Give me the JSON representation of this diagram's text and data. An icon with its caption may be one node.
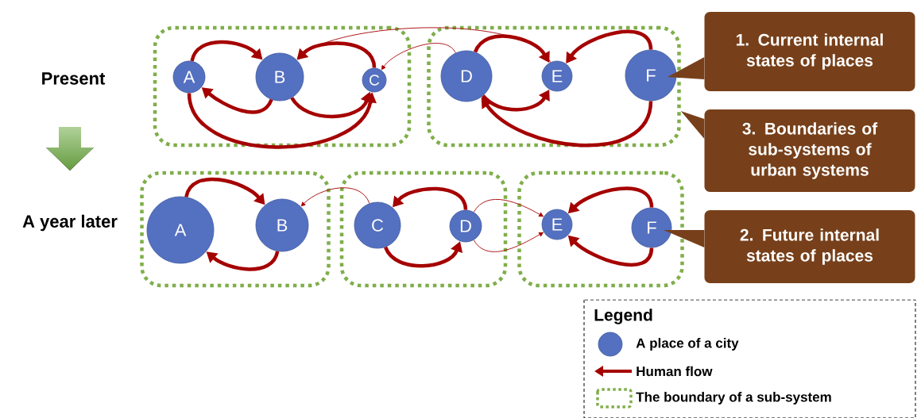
{
  "diagram": {
    "nodes": [
      {
        "text": [],
        "shape": "box"
      },
      {
        "text": [],
        "shape": "box"
      },
      {
        "text": [
          "A"
        ],
        "in": 0
      },
      {
        "text": [
          "B"
        ],
        "in": 0
      },
      {
        "text": [
          "C"
        ],
        "in": 0
      },
      {
        "text": [
          "D"
        ],
        "in": 1
      },
      {
        "text": [
          "E"
        ],
        "in": 1
      },
      {
        "text": [
          "F"
        ],
        "in": 1
      },
      {
        "text": [],
        "shape": "box"
      },
      {
        "text": [],
        "shape": "box"
      },
      {
        "text": [],
        "shape": "box"
      },
      {
        "text": [
          "A"
        ],
        "in": 8
      },
      {
        "text": [
          "B"
        ],
        "in": 8
      },
      {
        "text": [
          "C"
        ],
        "in": 9
      },
      {
        "text": [
          "D"
        ],
        "in": 9
      },
      {
        "text": [
          "E"
        ],
        "in": 10
      },
      {
        "text": [
          "F"
        ],
        "in": 10
      },
      {
        "text": [
          "1. Current internal states of places"
        ]
      },
      {
        "text": [
          "3. Boundaries of sub-systems of urban systems"
        ]
      },
      {
        "text": [
          "2. Future internal states of places"
        ]
      }
    ],
    "edges": [
      {
        "from": 2,
        "to": 3,
        "arrow": "to"
      },
      {
        "from": 3,
        "to": 2,
        "arrow": "to"
      },
      {
        "from": 4,
        "to": 3,
        "arrow": "to"
      },
      {
        "from": 3,
        "to": 4,
        "arrow": "to"
      },
      {
        "from": 2,
        "to": 4,
        "arrow": "to"
      },
      {
        "from": 6,
        "to": 3,
        "arrow": "to"
      },
      {
        "from": 5,
        "to": 4,
        "arrow": "to"
      },
      {
        "from": 5,
        "to": 6,
        "arrow": "to"
      },
      {
        "from": 5,
        "to": 6,
        "arrow": "to"
      },
      {
        "from": 7,
        "to": 6,
        "arrow": "to"
      },
      {
        "from": 7,
        "to": 5,
        "arrow": "to"
      },
      {
        "from": 11,
        "to": 12,
        "arrow": "to"
      },
      {
        "from": 12,
        "to": 11,
        "arrow": "to"
      },
      {
        "from": 13,
        "to": 12,
        "arrow": "to"
      },
      {
        "from": 14,
        "to": 13,
        "arrow": "to"
      },
      {
        "from": 13,
        "to": 14,
        "arrow": "to"
      },
      {
        "from": 14,
        "to": 15,
        "arrow": "to"
      },
      {
        "from": 14,
        "to": 15,
        "arrow": "to"
      },
      {
        "from": 16,
        "to": 15,
        "arrow": "to"
      },
      {
        "from": 16,
        "to": 15,
        "arrow": "to"
      },
      {
        "from": 17,
        "to": 7,
        "arrow": "to",
        "color": "#77401a"
      },
      {
        "from": 18,
        "to": 1,
        "arrow": "to",
        "color": "#77401a"
      },
      {
        "from": 19,
        "to": 16,
        "arrow": "to",
        "color": "#77401a"
      }
    ],
    "labels": [
      "Present",
      "A year later",
      "Legend"
    ],
    "legend": [
      {
        "text": "A place of a city"
      },
      {
        "text": "Human flow"
      },
      {
        "text": "The boundary of a sub-system"
      }
    ]
  }
}
